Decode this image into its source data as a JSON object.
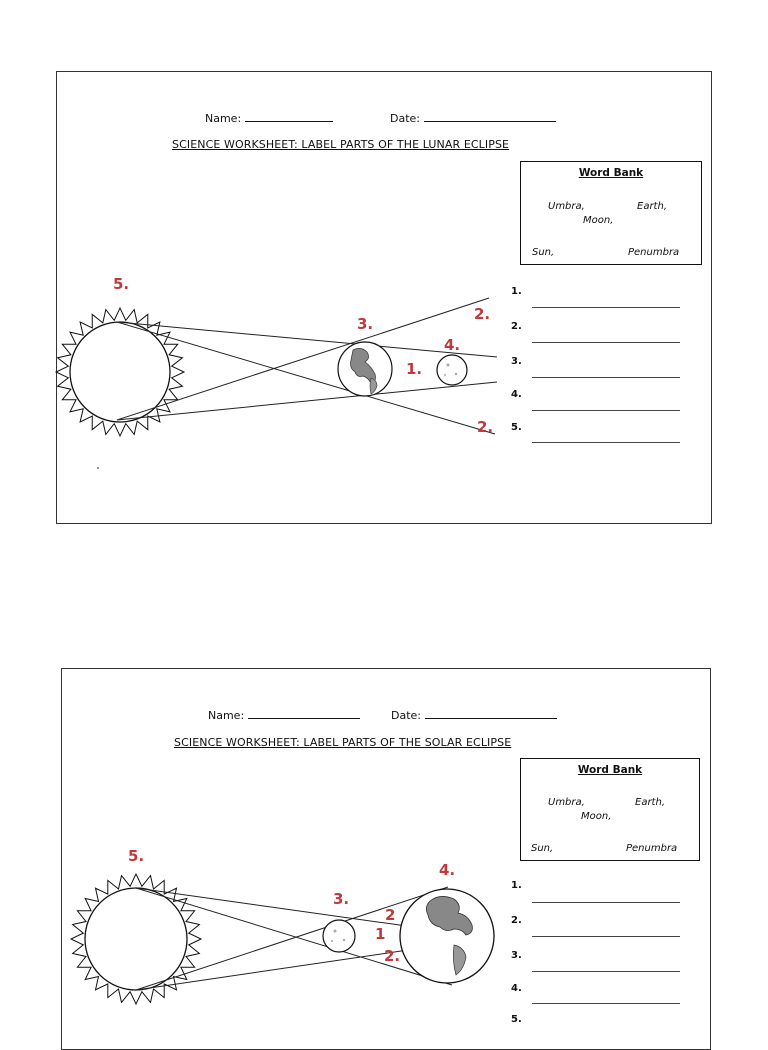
{
  "worksheets": [
    {
      "name_label": "Name:",
      "date_label": "Date:",
      "title": "SCIENCE WORKSHEET: LABEL PARTS OF THE LUNAR ECLIPSE",
      "word_bank": {
        "title": "Word Bank",
        "words": [
          "Umbra,",
          "Earth,",
          "Moon,",
          "Sun,",
          "Penumbra"
        ]
      },
      "diagram_labels": [
        "5.",
        "3.",
        "4.",
        "1.",
        "2.",
        "2."
      ],
      "answer_numbers": [
        "1.",
        "2.",
        "3.",
        "4.",
        "5."
      ]
    },
    {
      "name_label": "Name:",
      "date_label": "Date:",
      "title": "SCIENCE WORKSHEET: LABEL PARTS OF THE SOLAR ECLIPSE",
      "word_bank": {
        "title": "Word Bank",
        "words": [
          "Umbra,",
          "Earth,",
          "Moon,",
          "Sun,",
          "Penumbra"
        ]
      },
      "diagram_labels": [
        "5.",
        "3.",
        "4.",
        "2",
        "1",
        "2."
      ],
      "answer_numbers": [
        "1.",
        "2.",
        "3.",
        "4.",
        "5."
      ]
    }
  ],
  "colors": {
    "label_red": "#c0393b",
    "ink": "#111111"
  },
  "icons": [
    "sun-icon",
    "earth-icon",
    "moon-icon"
  ]
}
